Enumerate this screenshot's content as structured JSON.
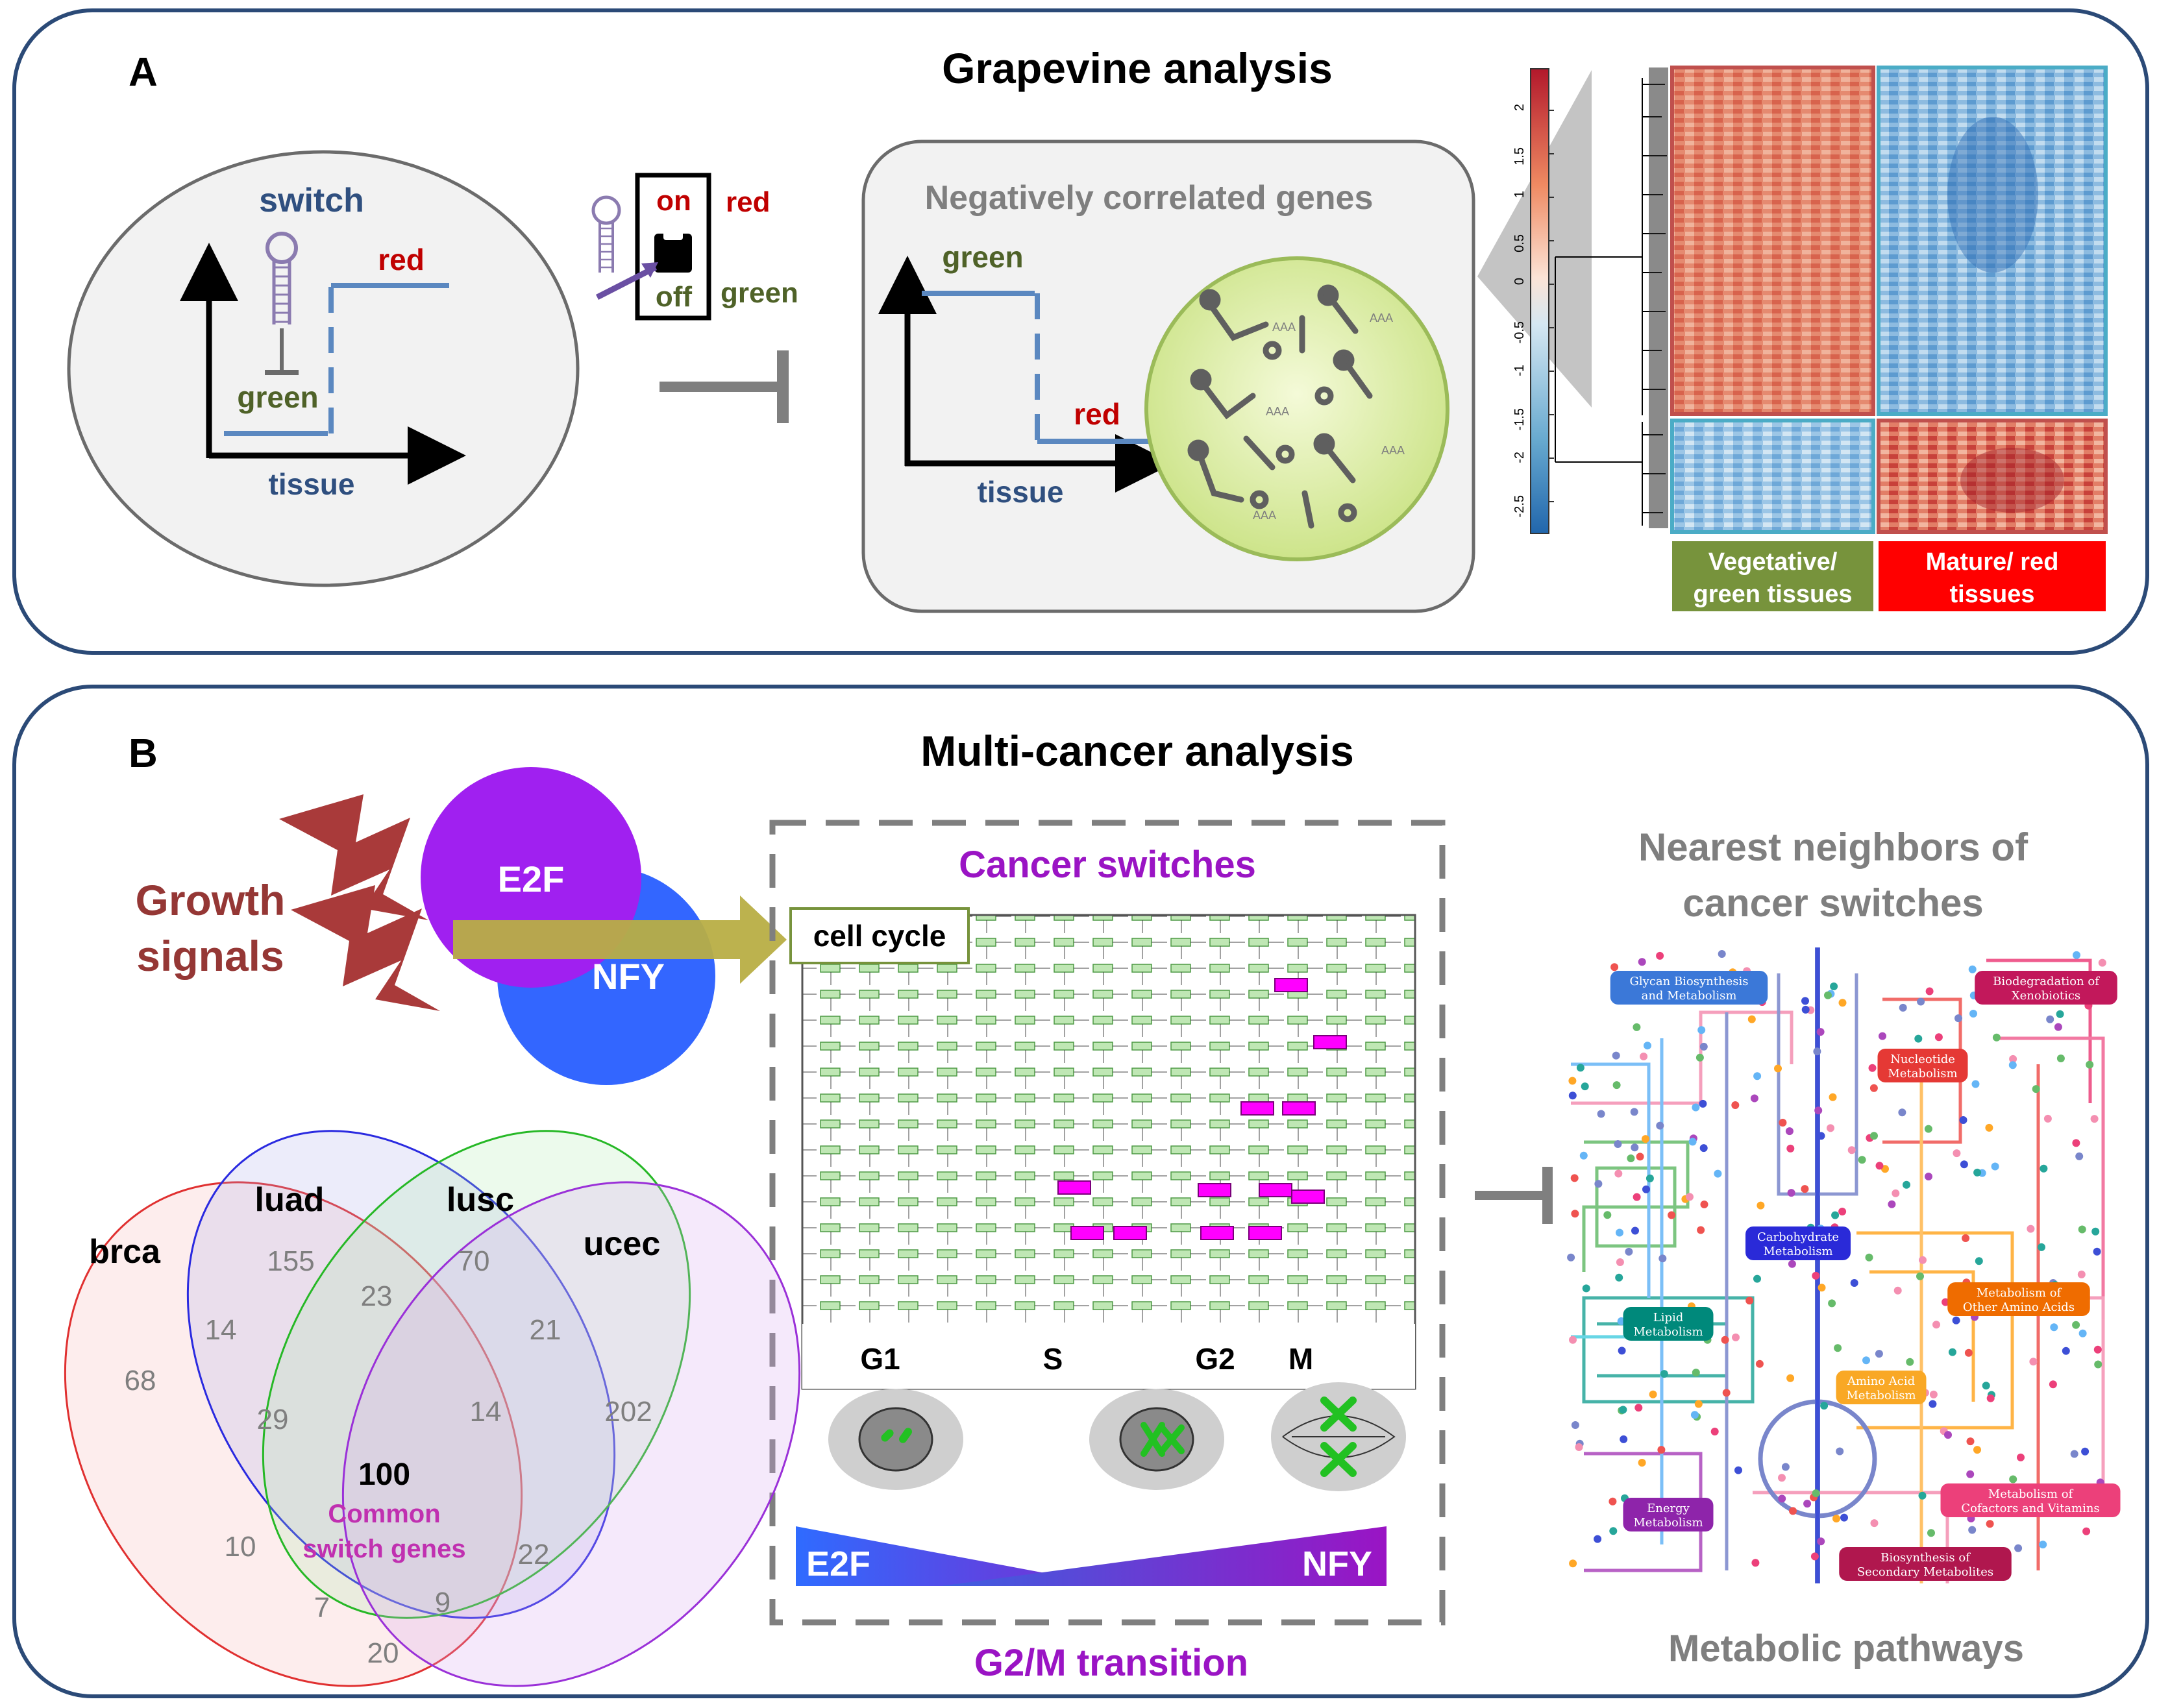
{
  "panelA": {
    "letter": "A",
    "title": "Grapevine analysis",
    "switch_label": "switch",
    "red": "red",
    "green": "green",
    "tissue": "tissue",
    "on": "on",
    "off": "off",
    "neg_title": "Negatively correlated genes",
    "polyA": "AAA",
    "colorbar_ticks": [
      "2",
      "1.5",
      "1",
      "0.5",
      "0",
      "-0.5",
      "-1",
      "-1.5",
      "-2",
      "-2.5"
    ],
    "veg_line1": "Vegetative/",
    "veg_line2": "green tissues",
    "mat_line1": "Mature/ red",
    "mat_line2": "tissues"
  },
  "panelB": {
    "letter": "B",
    "title": "Multi-cancer analysis",
    "growth1": "Growth",
    "growth2": "signals",
    "e2f": "E2F",
    "nfy": "NFY",
    "cancer_switches": "Cancer switches",
    "cell_cycle": "cell cycle",
    "phases": [
      "G1",
      "S",
      "G2",
      "M"
    ],
    "grad_left": "E2F",
    "grad_right": "NFY",
    "g2m": "G2/M transition",
    "venn": {
      "sets": [
        "brca",
        "luad",
        "lusc",
        "ucec"
      ],
      "counts": [
        "155",
        "70",
        "68",
        "202",
        "14",
        "23",
        "21",
        "29",
        "14",
        "100",
        "10",
        "22",
        "7",
        "9",
        "20"
      ],
      "center_label1": "Common",
      "center_label2": "switch genes"
    },
    "nn_title1": "Nearest neighbors of",
    "nn_title2": "cancer switches",
    "metabolic": "Metabolic pathways",
    "meta_labels": [
      {
        "l1": "Glycan Biosynthesis",
        "l2": "and Metabolism",
        "color": "#3b78d8"
      },
      {
        "l1": "Biodegradation of",
        "l2": "Xenobiotics",
        "color": "#c2185b"
      },
      {
        "l1": "Nucleotide",
        "l2": "Metabolism",
        "color": "#e53935"
      },
      {
        "l1": "Carbohydrate",
        "l2": "Metabolism",
        "color": "#2a2ad8"
      },
      {
        "l1": "Lipid",
        "l2": "Metabolism",
        "color": "#00897b"
      },
      {
        "l1": "Metabolism of",
        "l2": "Other Amino Acids",
        "color": "#ef6c00"
      },
      {
        "l1": "Amino Acid",
        "l2": "Metabolism",
        "color": "#f9a825"
      },
      {
        "l1": "Energy",
        "l2": "Metabolism",
        "color": "#8e24aa"
      },
      {
        "l1": "Metabolism of",
        "l2": "Cofactors and Vitamins",
        "color": "#ec407a"
      },
      {
        "l1": "Biosynthesis of",
        "l2": "Secondary Metabolites",
        "color": "#b0174e"
      }
    ]
  }
}
